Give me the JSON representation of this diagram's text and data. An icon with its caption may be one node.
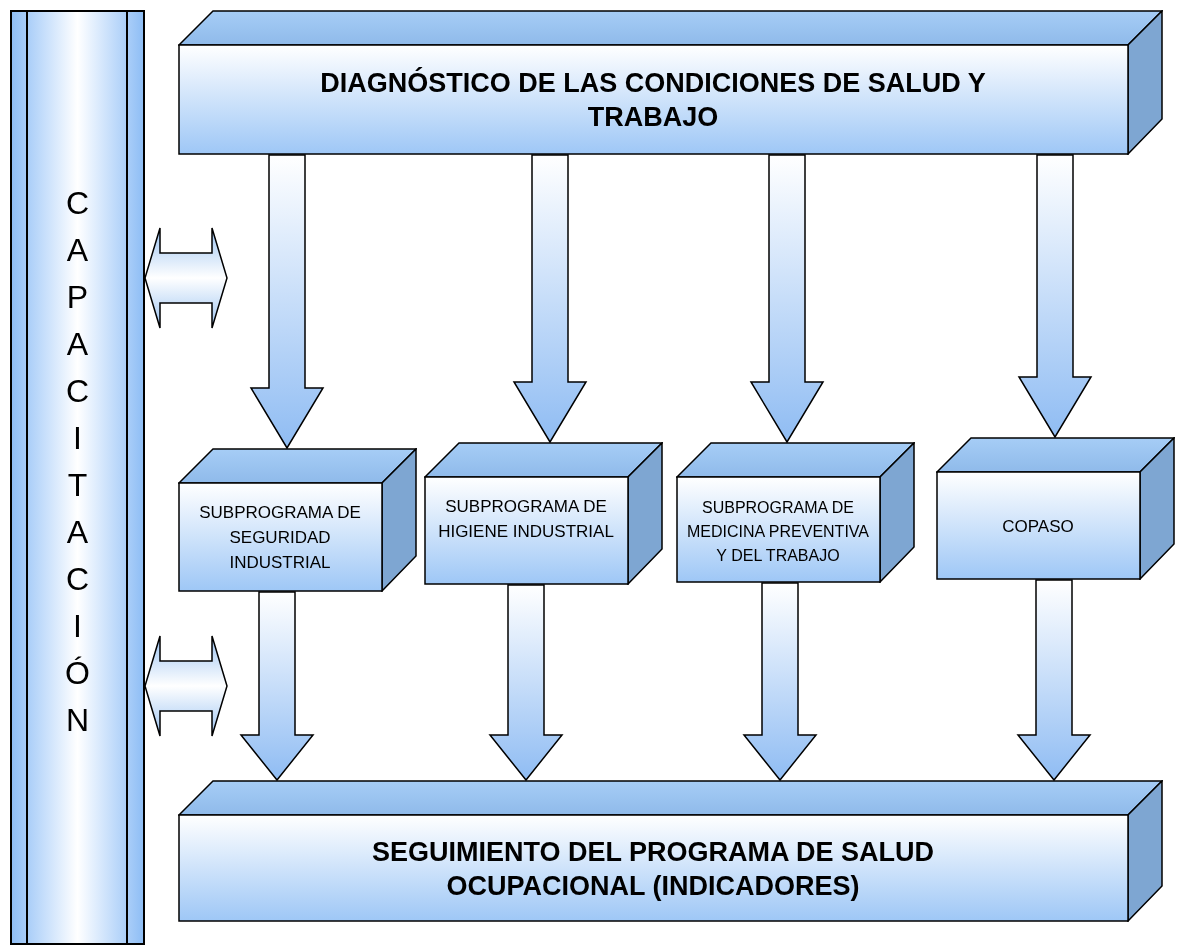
{
  "diagram": {
    "nodes": [
      {
        "text": [
          "CAPACITACIÓN"
        ]
      },
      {
        "text": [
          "DIAGNÓSTICO DE LAS CONDICIONES DE SALUD Y TRABAJO"
        ]
      },
      {
        "text": [
          "SUBPROGRAMA DE SEGURIDAD INDUSTRIAL"
        ]
      },
      {
        "text": [
          "SUBPROGRAMA DE HIGIENE INDUSTRIAL"
        ]
      },
      {
        "text": [
          "SUBPROGRAMA DE MEDICINA PREVENTIVA Y DEL TRABAJO"
        ]
      },
      {
        "text": [
          "COPASO"
        ]
      },
      {
        "text": [
          "SEGUIMIENTO DEL PROGRAMA DE SALUD OCUPACIONAL (INDICADORES)"
        ]
      }
    ],
    "edges": [
      {
        "from": 1,
        "to": 2,
        "arrow": "to"
      },
      {
        "from": 1,
        "to": 3,
        "arrow": "to"
      },
      {
        "from": 1,
        "to": 4,
        "arrow": "to"
      },
      {
        "from": 1,
        "to": 5,
        "arrow": "to"
      },
      {
        "from": 2,
        "to": 6,
        "arrow": "to"
      },
      {
        "from": 3,
        "to": 6,
        "arrow": "to"
      },
      {
        "from": 4,
        "to": 6,
        "arrow": "to"
      },
      {
        "from": 5,
        "to": 6,
        "arrow": "to"
      },
      {
        "from": 0,
        "to": null,
        "arrow": "both"
      },
      {
        "from": 0,
        "to": null,
        "arrow": "both"
      }
    ]
  }
}
